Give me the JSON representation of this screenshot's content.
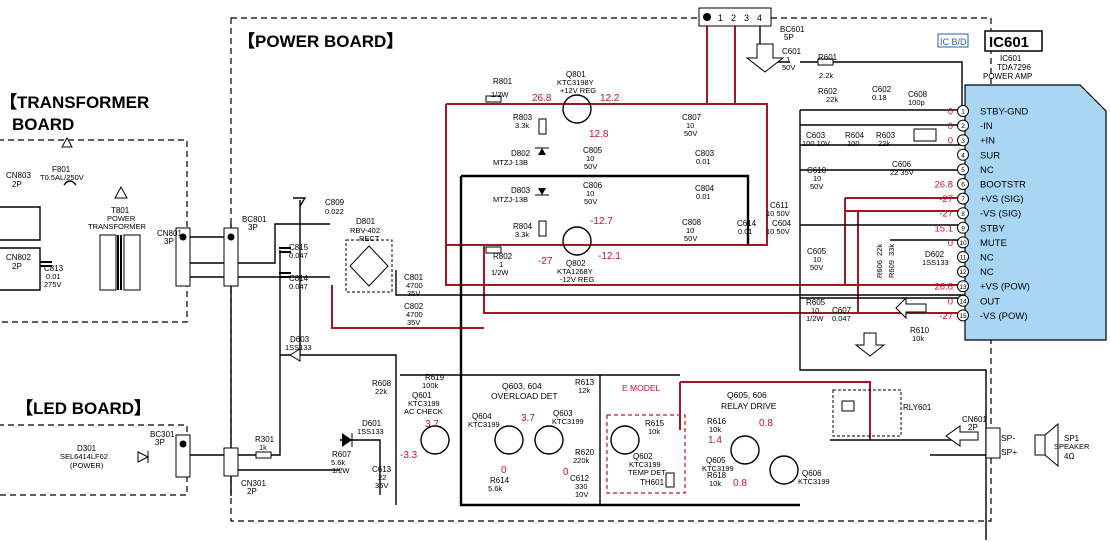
{
  "boards": {
    "power": "【POWER BOARD】",
    "transformer_1": "【TRANSFORMER",
    "transformer_2": "BOARD",
    "led": "【LED BOARD】"
  },
  "ic": {
    "ref": "IC601",
    "tag": "IC B/D",
    "sub_ref": "IC601",
    "part": "TDA7296",
    "func": "POWER AMP",
    "pins": [
      "STBY-GND",
      "-IN",
      "+IN",
      "SUR",
      "NC",
      "BOOTSTR",
      "+VS (SIG)",
      "-VS (SIG)",
      "STBY",
      "MUTE",
      "NC",
      "NC",
      "+VS (POW)",
      "OUT",
      "-VS (POW)"
    ],
    "pin_voltages": [
      "0",
      "0",
      "0",
      "",
      "",
      "26.8",
      "-27",
      "-27",
      "15.1",
      "0",
      "",
      "",
      "26.8",
      "0",
      "-27"
    ]
  },
  "connectors": {
    "cn803": [
      "CN803",
      "2P"
    ],
    "cn802": [
      "CN802",
      "2P"
    ],
    "cn801": [
      "CN801",
      "3P"
    ],
    "bc801": [
      "BC801",
      "3P"
    ],
    "bc601": [
      "BC601",
      "5P"
    ],
    "bc301": [
      "BC301",
      "3P"
    ],
    "cn301": [
      "CN301",
      "2P"
    ],
    "cn601": [
      "CN601",
      "2P"
    ],
    "pins_1_4": [
      "1",
      "2",
      "3",
      "4"
    ]
  },
  "transformer": {
    "f801": [
      "F801",
      "T0.5AL/250V"
    ],
    "t801": [
      "T801",
      "POWER",
      "TRANSFORMER"
    ],
    "c813": [
      "C813",
      "0.01",
      "275V"
    ]
  },
  "power_parts": {
    "c809": [
      "C809",
      "0.022"
    ],
    "c815": [
      "C815",
      "0.047"
    ],
    "c814": [
      "C814",
      "0.047"
    ],
    "d801": [
      "D801",
      "RBV-402",
      "RECT"
    ],
    "c801": [
      "C801",
      "4700",
      "35V"
    ],
    "c802": [
      "C802",
      "4700",
      "35V"
    ],
    "d603": [
      "D603",
      "1SS133"
    ],
    "r801": [
      "R801",
      "1/2W"
    ],
    "q801": [
      "Q801",
      "KTC3198Y",
      "+12V REG"
    ],
    "r803": [
      "R803",
      "3.3k"
    ],
    "d802": [
      "D802",
      "MTZJ-13B"
    ],
    "c805": [
      "C805",
      "10",
      "50V"
    ],
    "d803": [
      "D803",
      "MTZJ-13B"
    ],
    "c806": [
      "C806",
      "10",
      "50V"
    ],
    "r804": [
      "R804",
      "3.3k"
    ],
    "q802": [
      "Q802",
      "KTA1268Y",
      "-12V REG"
    ],
    "r802": [
      "R802",
      "1",
      "1/2W"
    ],
    "c807": [
      "C807",
      "10",
      "50V"
    ],
    "c803": [
      "C803",
      "0.01"
    ],
    "c804": [
      "C804",
      "0.01"
    ],
    "c808": [
      "C808",
      "10",
      "50V"
    ],
    "c614": [
      "C614",
      "0.01"
    ]
  },
  "q801_volts": [
    "26.8",
    "12.2",
    "12.8"
  ],
  "q802_volts": [
    "-27",
    "-12.1",
    "-12.7"
  ],
  "amp_parts": {
    "c601": [
      "C601",
      "1",
      "50V"
    ],
    "r601": [
      "R601",
      "2.2k"
    ],
    "r602": [
      "R602",
      "22k"
    ],
    "c602": [
      "C602",
      "0.18"
    ],
    "c608": [
      "C608",
      "100p"
    ],
    "c603": [
      "C603",
      "100 10V"
    ],
    "r604": [
      "R604",
      "100"
    ],
    "r603": [
      "R603",
      "22k"
    ],
    "c606": [
      "C606",
      "22 35V"
    ],
    "c610": [
      "C610",
      "10",
      "50V"
    ],
    "c611": [
      "C611",
      "10 50V"
    ],
    "c604": [
      "C604",
      "10 50V"
    ],
    "c605": [
      "C605",
      "10",
      "50V"
    ],
    "r606": [
      "R606",
      "22k"
    ],
    "r609": [
      "R609",
      "33k"
    ],
    "d602": [
      "D602",
      "1SS133"
    ],
    "r605": [
      "R605",
      "10",
      "1/2W"
    ],
    "c607": [
      "C607",
      "0.047"
    ],
    "r610": [
      "R610",
      "10k"
    ],
    "rly601": "RLY601"
  },
  "control_parts": {
    "r608": [
      "R608",
      "22k"
    ],
    "r619": [
      "R619",
      "100k"
    ],
    "q601": [
      "Q601",
      "KTC3199",
      "AC CHECK"
    ],
    "q603_604": [
      "Q603, 604",
      "OVERLOAD DET"
    ],
    "q604": [
      "Q604",
      "KTC3199"
    ],
    "q603": [
      "Q603",
      "KTC3199"
    ],
    "r613": [
      "R613",
      "12k"
    ],
    "e_model": "E MODEL",
    "r615": [
      "R615",
      "10k"
    ],
    "q602": [
      "Q602",
      "KTC3199",
      "TEMP DET"
    ],
    "th601": "TH601",
    "r620": [
      "R620",
      "220k"
    ],
    "r614": [
      "R614",
      "5.6k"
    ],
    "c612": [
      "C612",
      "330",
      "10V"
    ],
    "q605_606": [
      "Q605, 606",
      "RELAY DRIVE"
    ],
    "r616": [
      "R616",
      "10k"
    ],
    "q605": [
      "Q605",
      "KTC3199"
    ],
    "r618": [
      "R618",
      "10k"
    ],
    "q606": [
      "Q606",
      "KTC3199"
    ],
    "d601": [
      "D601",
      "1SS133"
    ],
    "r301": [
      "R301",
      "1k"
    ],
    "r607": [
      "R607",
      "5.6k",
      "1/2W"
    ],
    "c613": [
      "C613",
      "22",
      "35V"
    ],
    "d301": [
      "D301",
      "SEL6414LF62",
      "(POWER)"
    ]
  },
  "control_volts": {
    "q601": [
      "3.7",
      "-3.3"
    ],
    "q604": [
      "0",
      "3.7"
    ],
    "q603": [
      "0"
    ],
    "q605": [
      "1.4",
      "0.8",
      "0.8"
    ]
  },
  "speaker": {
    "sp_minus": "SP-",
    "sp_plus": "SP+",
    "sp1": [
      "SP1",
      "SPEAKER",
      "4Ω"
    ]
  }
}
